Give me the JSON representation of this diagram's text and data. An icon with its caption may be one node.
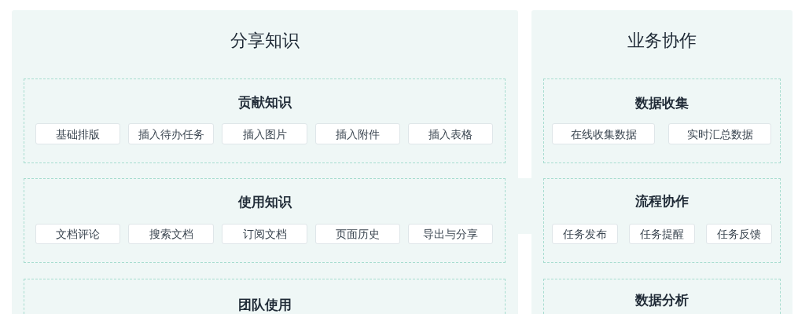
{
  "diagram": {
    "nodes": [
      {
        "text": [
          "分享知识"
        ]
      },
      {
        "text": [
          "贡献知识"
        ],
        "in": 0
      },
      {
        "text": [
          "基础排版"
        ],
        "in": 1
      },
      {
        "text": [
          "插入待办任务"
        ],
        "in": 1
      },
      {
        "text": [
          "插入图片"
        ],
        "in": 1
      },
      {
        "text": [
          "插入附件"
        ],
        "in": 1
      },
      {
        "text": [
          "插入表格"
        ],
        "in": 1
      },
      {
        "text": [
          "使用知识"
        ],
        "in": 0
      },
      {
        "text": [
          "文档评论"
        ],
        "in": 7
      },
      {
        "text": [
          "搜索文档"
        ],
        "in": 7
      },
      {
        "text": [
          "订阅文档"
        ],
        "in": 7
      },
      {
        "text": [
          "页面历史"
        ],
        "in": 7
      },
      {
        "text": [
          "导出与分享"
        ],
        "in": 7
      },
      {
        "text": [
          "团队使用"
        ],
        "in": 0
      },
      {
        "text": [
          "业务协作"
        ]
      },
      {
        "text": [
          "数据收集"
        ],
        "in": 14
      },
      {
        "text": [
          "在线收集数据"
        ],
        "in": 15
      },
      {
        "text": [
          "实时汇总数据"
        ],
        "in": 15
      },
      {
        "text": [
          "流程协作"
        ],
        "in": 14
      },
      {
        "text": [
          "任务发布"
        ],
        "in": 18
      },
      {
        "text": [
          "任务提醒"
        ],
        "in": 18
      },
      {
        "text": [
          "任务反馈"
        ],
        "in": 18
      },
      {
        "text": [
          "数据分析"
        ],
        "in": 14
      }
    ]
  }
}
